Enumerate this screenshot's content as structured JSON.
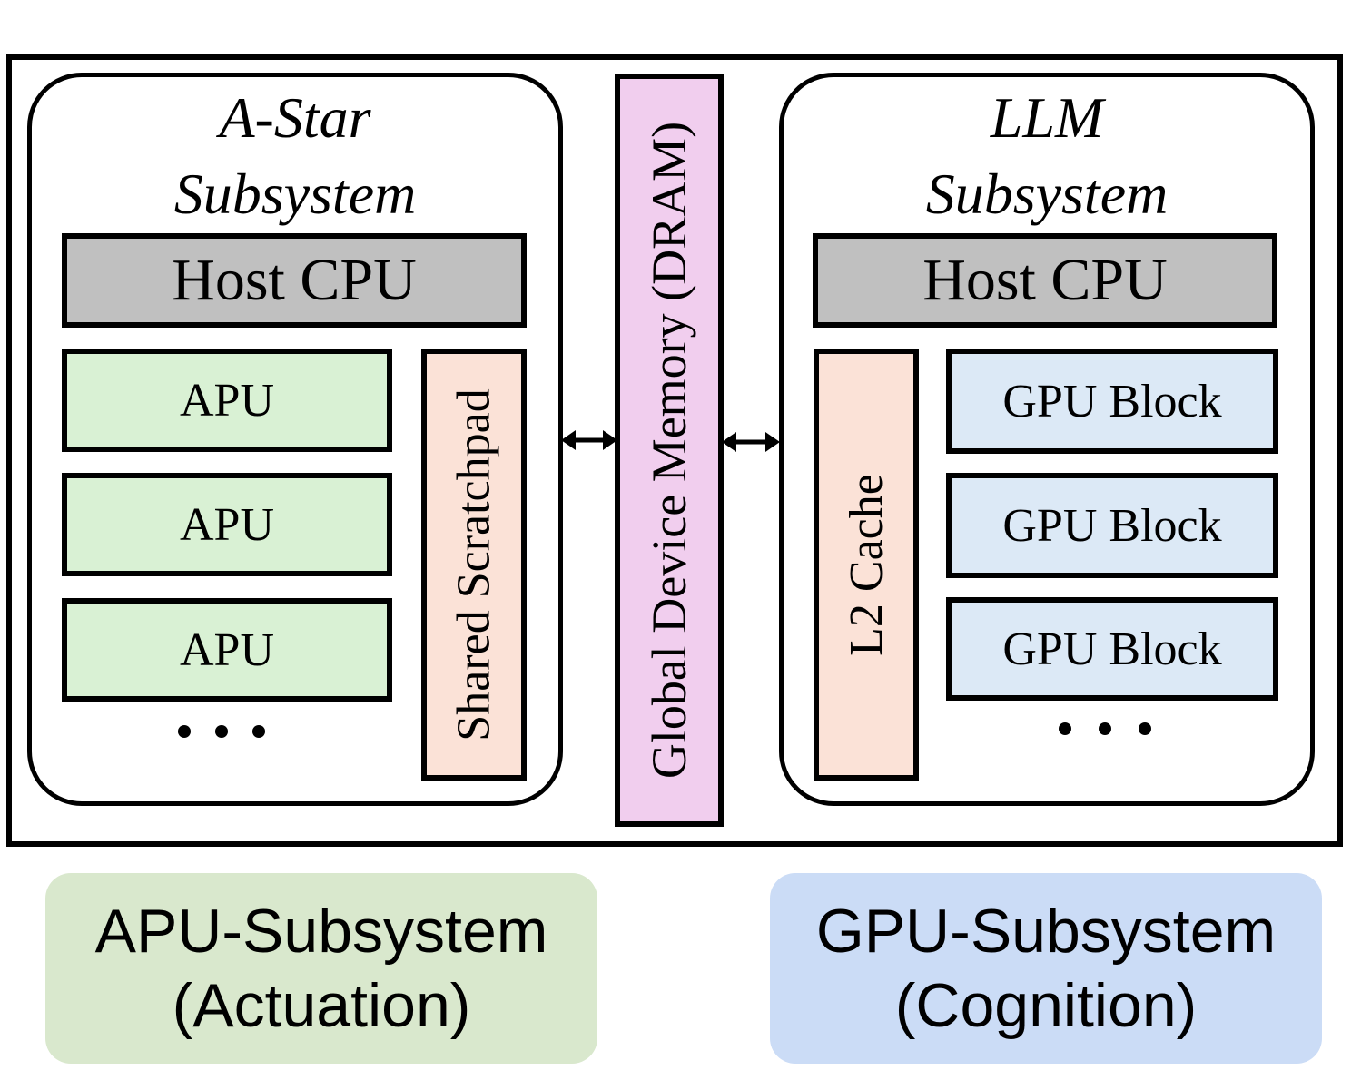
{
  "diagram": {
    "memory": {
      "label": "Global Device Memory (DRAM)",
      "color": "#f1ceee"
    },
    "astar_subsystem": {
      "title_line1": "A-Star",
      "title_line2": "Subsystem",
      "host_cpu": "Host CPU",
      "units": [
        "APU",
        "APU",
        "APU"
      ],
      "unit_color": "#d9f1d4",
      "shared_memory": "Shared Scratchpad",
      "shared_memory_color": "#fbe2d7"
    },
    "llm_subsystem": {
      "title_line1": "LLM",
      "title_line2": "Subsystem",
      "host_cpu": "Host CPU",
      "units": [
        "GPU Block",
        "GPU Block",
        "GPU Block"
      ],
      "unit_color": "#dce9f6",
      "shared_memory": "L2 Cache",
      "shared_memory_color": "#fbe2d7"
    },
    "host_cpu_color": "#c0c0c0",
    "connections": [
      {
        "from": "A-Star Subsystem",
        "to": "Global Device Memory (DRAM)",
        "type": "bidirectional"
      },
      {
        "from": "Global Device Memory (DRAM)",
        "to": "LLM Subsystem",
        "type": "bidirectional"
      }
    ]
  },
  "legend": {
    "apu": {
      "line1": "APU-Subsystem",
      "line2": "(Actuation)",
      "color": "#d9e8cd"
    },
    "gpu": {
      "line1": "GPU-Subsystem",
      "line2": "(Cognition)",
      "color": "#cbdcf6"
    }
  }
}
